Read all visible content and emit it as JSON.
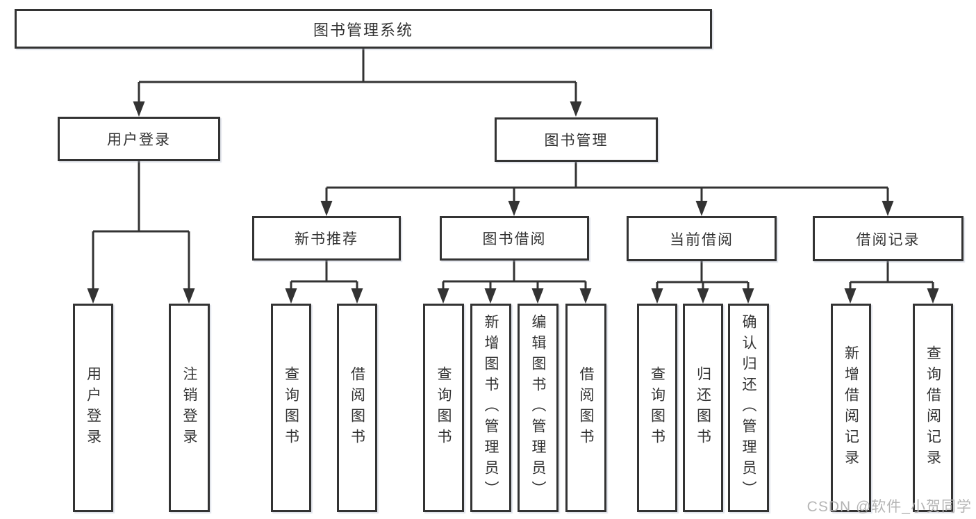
{
  "tree": {
    "root": "图书管理系统",
    "branches": [
      {
        "label": "用户登录",
        "children": [
          {
            "label": "用户登录"
          },
          {
            "label": "注销登录"
          }
        ]
      },
      {
        "label": "图书管理",
        "children": [
          {
            "label": "新书推荐",
            "children": [
              {
                "label": "查询图书"
              },
              {
                "label": "借阅图书"
              }
            ]
          },
          {
            "label": "图书借阅",
            "children": [
              {
                "label": "查询图书"
              },
              {
                "label": "新增图书（管理员）"
              },
              {
                "label": "编辑图书（管理员）"
              },
              {
                "label": "借阅图书"
              }
            ]
          },
          {
            "label": "当前借阅",
            "children": [
              {
                "label": "查询图书"
              },
              {
                "label": "归还图书"
              },
              {
                "label": "确认归还（管理员）"
              }
            ]
          },
          {
            "label": "借阅记录",
            "children": [
              {
                "label": "新增借阅记录"
              },
              {
                "label": "查询借阅记录"
              }
            ]
          }
        ]
      }
    ]
  },
  "watermark": "CSDN @软件_小贺同学",
  "colors": {
    "box_border": "#333333",
    "connector": "#333333",
    "text": "#333333",
    "watermark": "#b5b5b5",
    "background": "#ffffff"
  }
}
